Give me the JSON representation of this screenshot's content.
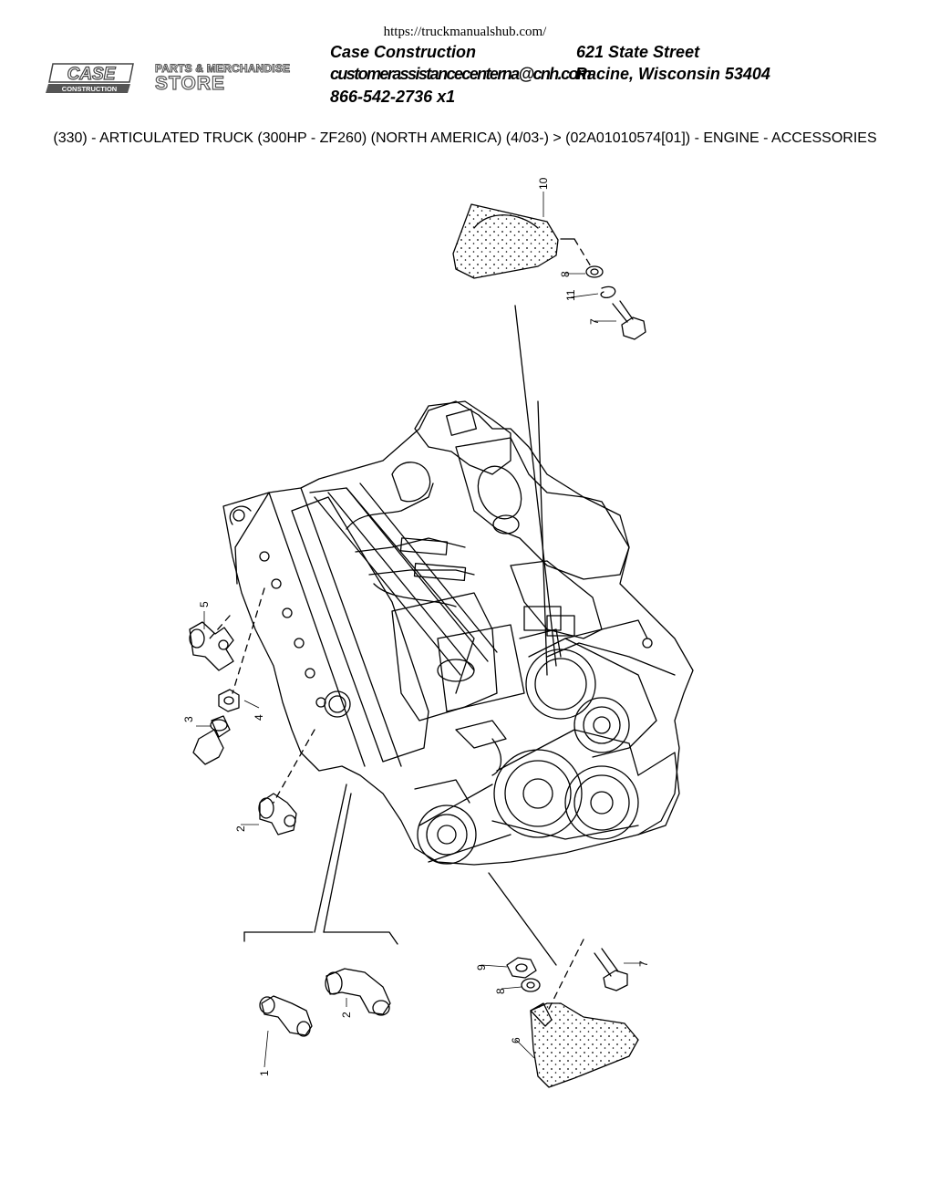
{
  "header": {
    "url": "https://truckmanualshub.com/",
    "company": "Case Construction",
    "email": "customerassistancecenterna@cnh.com",
    "phone": "866-542-2736 x1",
    "street": "621 State Street",
    "city": "Racine, Wisconsin 53404",
    "logo_brand": "CASE",
    "logo_sub": "CONSTRUCTION",
    "store_line1": "PARTS & MERCHANDISE",
    "store_line2": "STORE"
  },
  "page_title": "(330) - ARTICULATED TRUCK (300HP - ZF260) (NORTH AMERICA) (4/03-) > (02A01010574[01]) - ENGINE - ACCESSORIES",
  "callouts": {
    "c1": "1",
    "c2a": "2",
    "c2b": "2",
    "c3": "3",
    "c4": "4",
    "c5": "5",
    "c6": "6",
    "c7a": "7",
    "c7b": "7",
    "c8a": "8",
    "c8b": "8",
    "c9": "9",
    "c10": "10",
    "c11": "11"
  }
}
